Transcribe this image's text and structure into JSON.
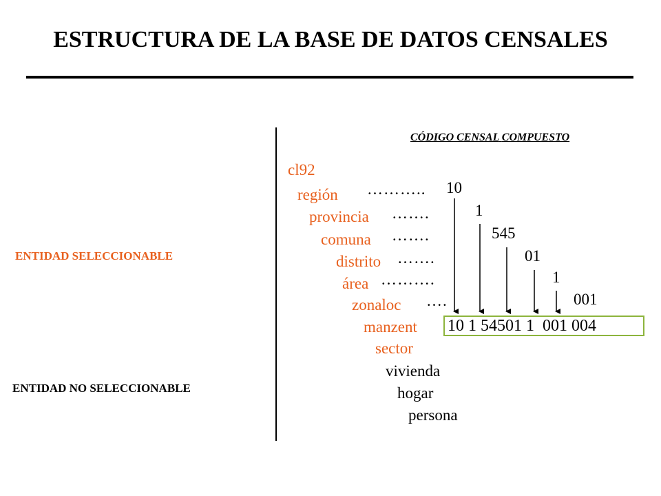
{
  "title": "ESTRUCTURA DE LA BASE DE DATOS CENSALES",
  "code_header": {
    "part1": "CÓDIGO CENSAL",
    "part2": "COMPUESTO"
  },
  "side_labels": {
    "selectable": "ENTIDAD  SELECCIONABLE",
    "non_selectable": "ENTIDAD  NO SELECCIONABLE"
  },
  "entities": {
    "selectable": [
      "cl92",
      "región",
      "provincia",
      "comuna",
      "distrito",
      "área",
      "zonaloc",
      "manzent",
      "sector"
    ],
    "non_selectable": [
      "vivienda",
      "hogar",
      "persona"
    ]
  },
  "leaders": {
    "region": "………..",
    "provincia": "…….",
    "comuna": "…….",
    "distrito": "…….",
    "area": "……….",
    "zonaloc": "…."
  },
  "code_parts": {
    "region": "10",
    "provincia": "1",
    "comuna": "545",
    "distrito": "01",
    "area": "1",
    "zonaloc": "001"
  },
  "composite_code": "10 1 54501 1  001 004",
  "colors": {
    "selectable": "#e8611f",
    "box_border": "#8cb43c",
    "text": "#000000"
  }
}
